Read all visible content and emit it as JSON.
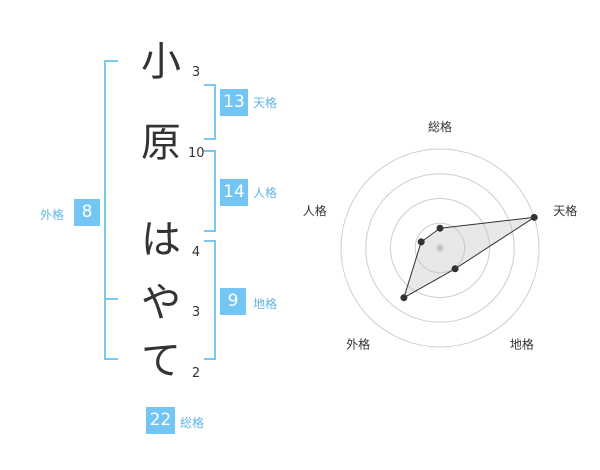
{
  "name_chars": [
    "小",
    "原",
    "は",
    "や",
    "て"
  ],
  "strokes": [
    "3",
    "10",
    "4",
    "3",
    "2"
  ],
  "tenkaku": {
    "value": "13",
    "label": "天格"
  },
  "jinkaku": {
    "value": "14",
    "label": "人格"
  },
  "chikaku": {
    "value": "9",
    "label": "地格"
  },
  "gaikaku": {
    "value": "8",
    "label": "外格"
  },
  "soukaku": {
    "value": "22",
    "label": "総格"
  },
  "accent_color": "#73c6f3",
  "chart_data": {
    "type": "radar",
    "axes": [
      "総格",
      "天格",
      "地格",
      "外格",
      "人格"
    ],
    "values": [
      1,
      5,
      1.3,
      3.1,
      1
    ],
    "rmax": 5,
    "rings": 4
  }
}
